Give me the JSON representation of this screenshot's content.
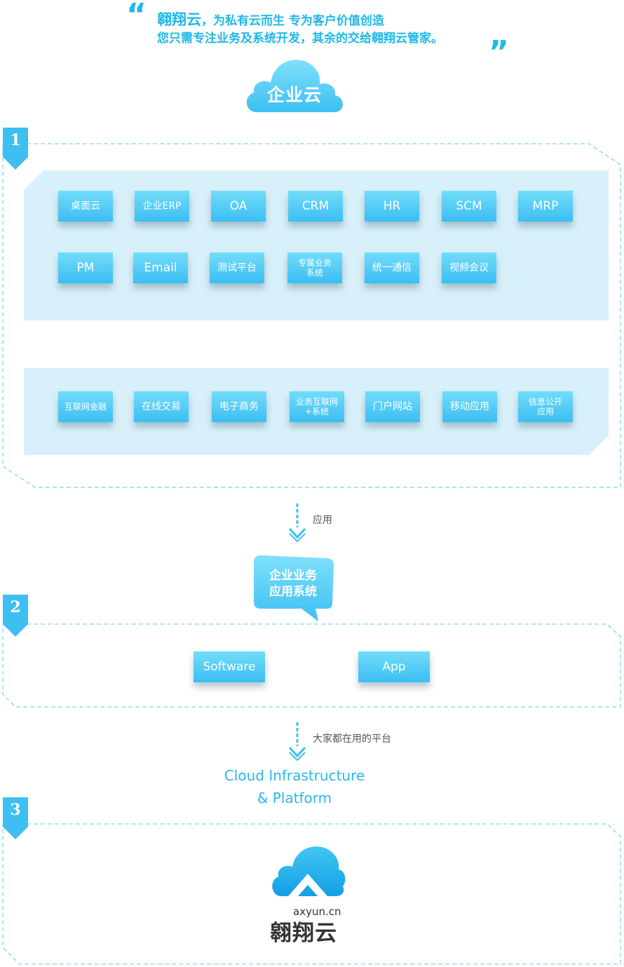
{
  "header": {
    "open_quote": "“",
    "close_quote": "”",
    "brand": "翱翔云",
    "line1_rest": "，为私有云而生 专为客户价值创造",
    "line2": "您只需专注业务及系统开发，其余的交给翱翔云管家。"
  },
  "top_cloud_label": "企业云",
  "section1": {
    "number": "1",
    "row1": [
      "桌面云",
      "企业ERP",
      "OA",
      "CRM",
      "HR",
      "SCM",
      "MRP"
    ],
    "row2": [
      "PM",
      "Email",
      "测试平台",
      "专属业务系统",
      "统一通信",
      "视频会议"
    ],
    "row3": [
      "互联网金融",
      "在线交易",
      "电子商务",
      "业务互联网+系统",
      "门户网站",
      "移动应用",
      "信息公开应用"
    ]
  },
  "arrow1_label": "应用",
  "bubble": {
    "line1": "企业业务",
    "line2": "应用系统"
  },
  "section2": {
    "number": "2",
    "items": [
      "Software",
      "App"
    ]
  },
  "arrow2_label": "大家都在用的平台",
  "infra": {
    "line1": "Cloud Infrastructure",
    "line2": "& Platform"
  },
  "section3": {
    "number": "3",
    "domain": "axyun.cn",
    "logo_text": "翱翔云"
  },
  "colors": {
    "accent": "#1fb8e8",
    "tile": "#4cc6f5",
    "panel": "#d8f0f9",
    "dash": "#5bcde8"
  },
  "icons": [
    "quote-icon",
    "cloud-icon",
    "down-arrow-icon",
    "speech-bubble-icon",
    "axyun-logo-icon"
  ]
}
